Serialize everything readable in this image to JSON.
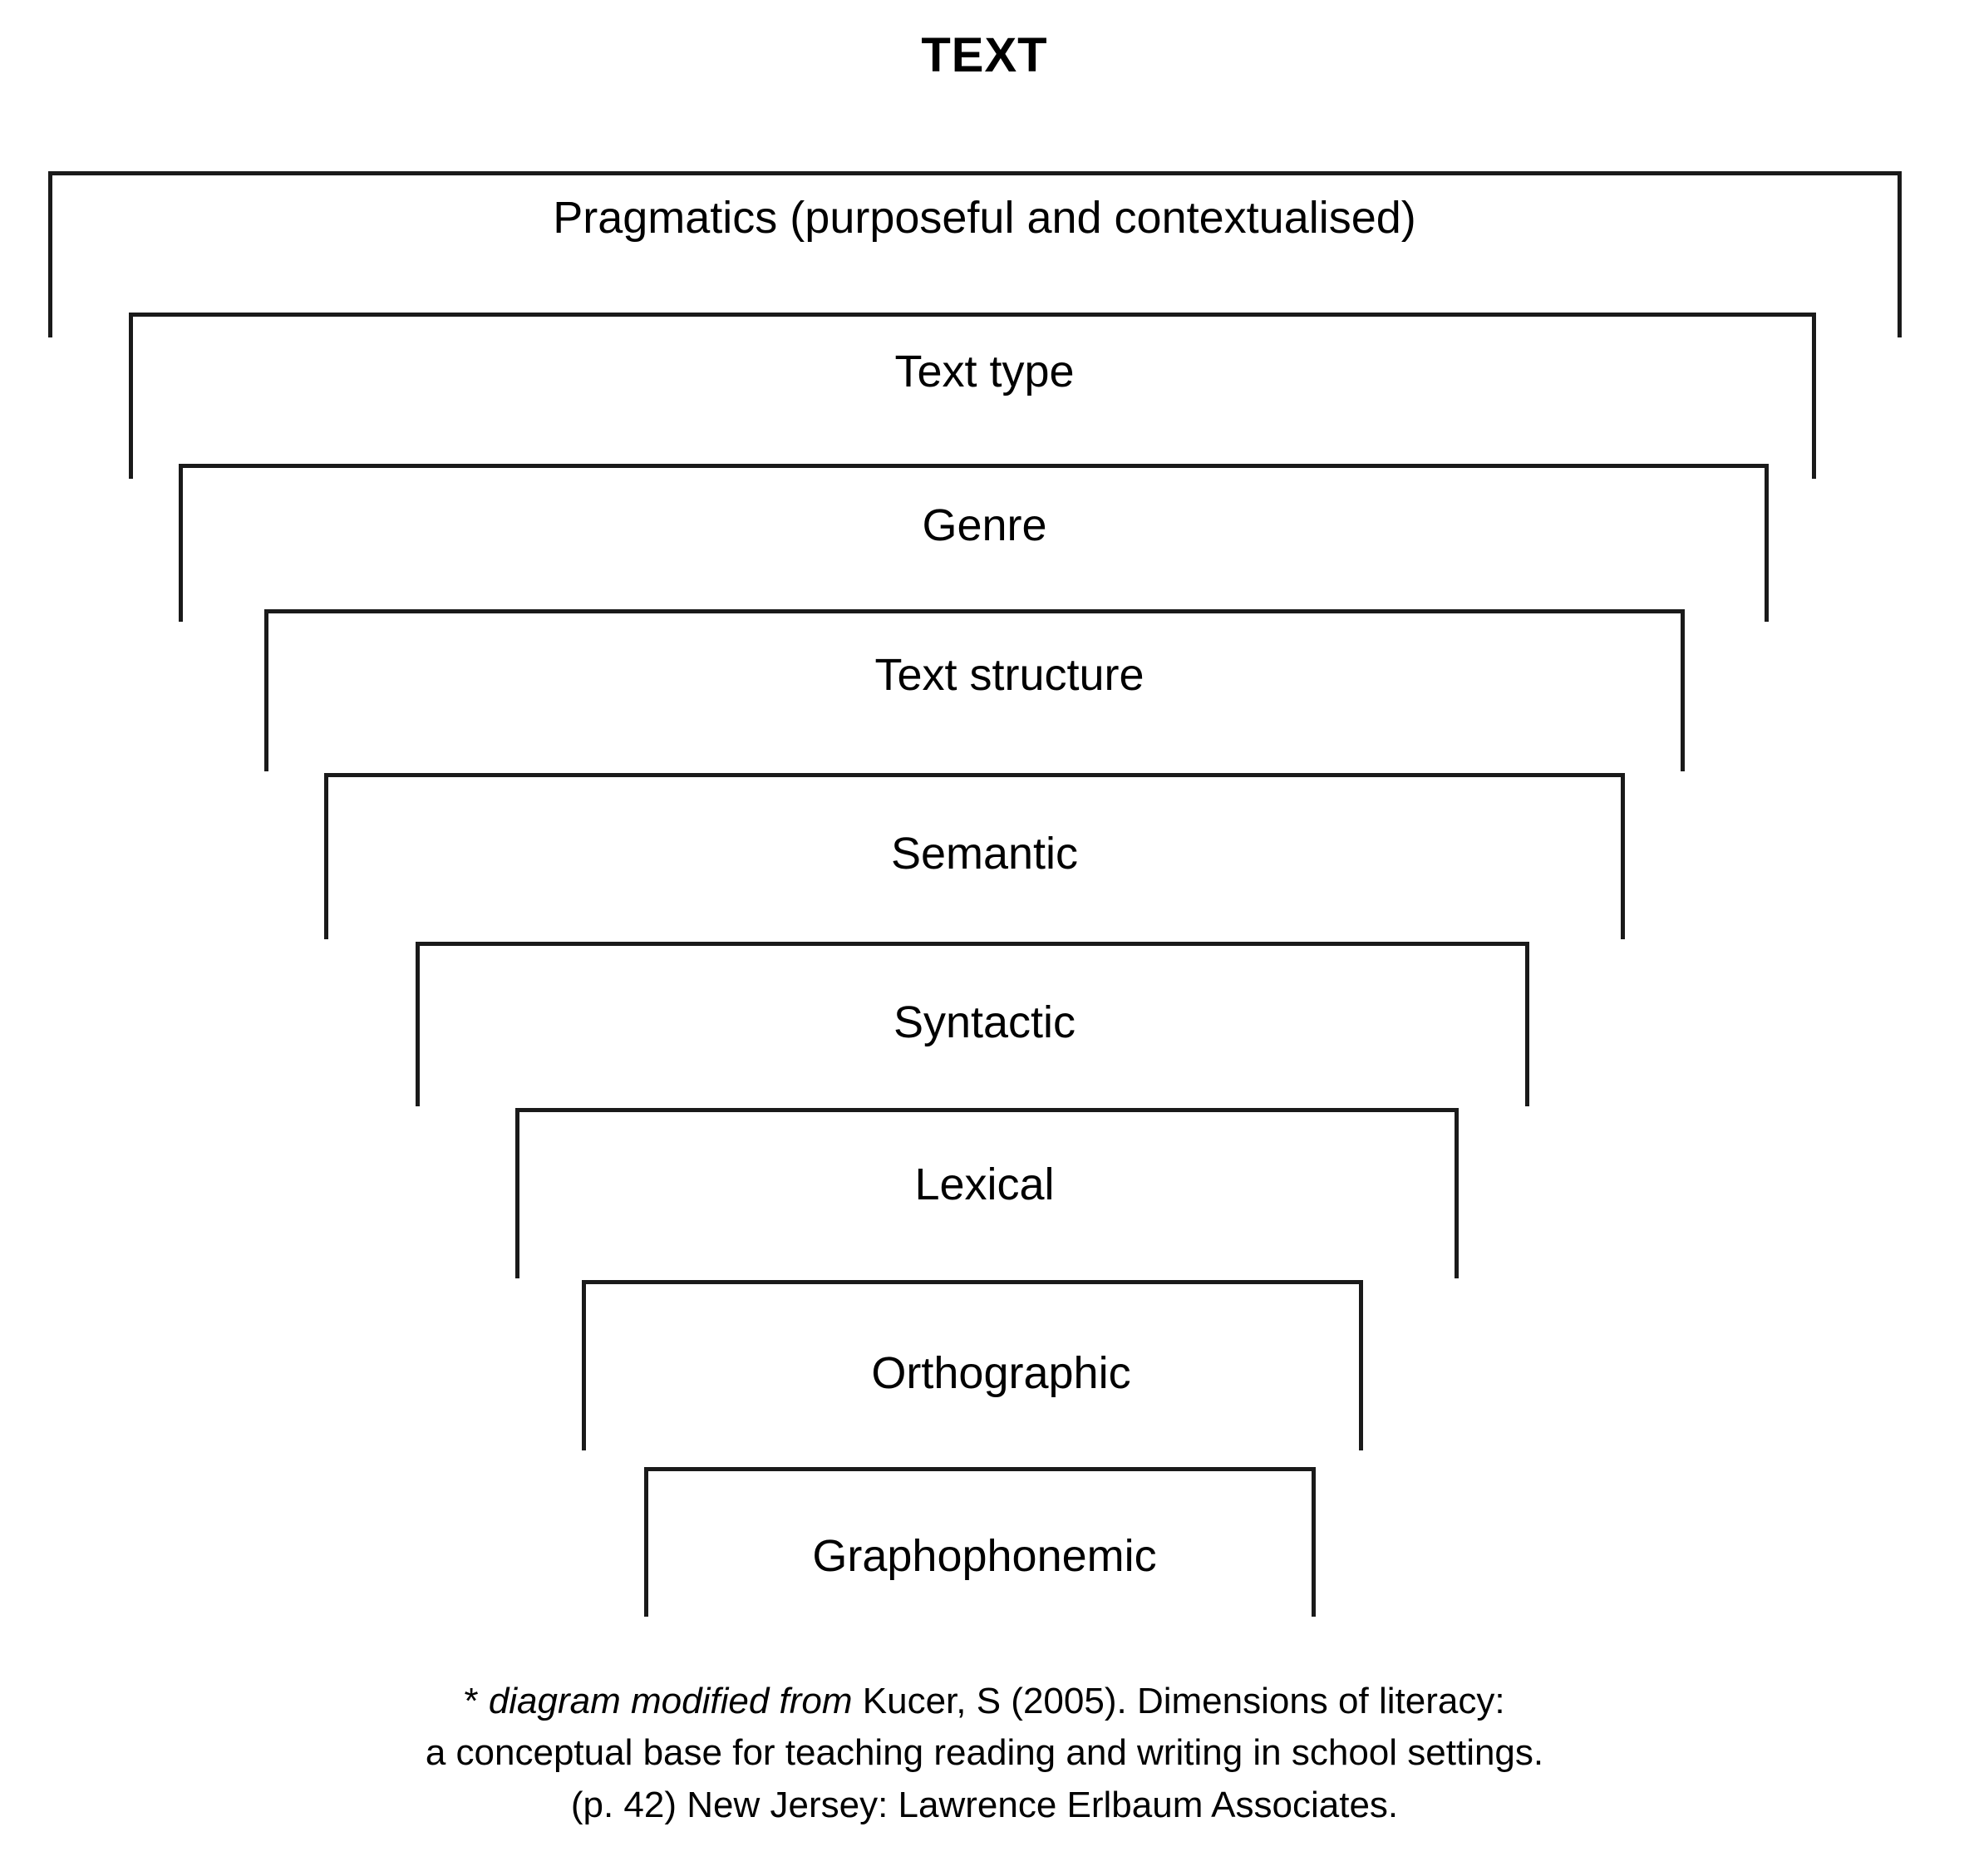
{
  "title": "TEXT",
  "diagram": {
    "type": "nested-bracket-hierarchy",
    "description": "Nested bracket diagram of the dimensions of text, from broadest (Pragmatics) to narrowest (Graphophonemic)",
    "levels": [
      {
        "label": "Pragmatics (purposeful and contextualised)",
        "depth": 1
      },
      {
        "label": "Text type",
        "depth": 2
      },
      {
        "label": "Genre",
        "depth": 3
      },
      {
        "label": "Text structure",
        "depth": 4
      },
      {
        "label": "Semantic",
        "depth": 5
      },
      {
        "label": "Syntactic",
        "depth": 6
      },
      {
        "label": "Lexical",
        "depth": 7
      },
      {
        "label": "Orthographic",
        "depth": 8
      },
      {
        "label": "Graphophonemic",
        "depth": 9
      }
    ]
  },
  "caption": {
    "line1_marker": "* ",
    "line1_italic": "diagram modified from",
    "line1_rest": " Kucer, S (2005). Dimensions of literacy:",
    "line2": "a conceptual base for teaching reading and writing in school settings.",
    "line3": "(p. 42) New Jersey: Lawrence Erlbaum Associates."
  },
  "colors": {
    "line": "#1a1a1a",
    "text": "#000000",
    "background": "#ffffff"
  }
}
